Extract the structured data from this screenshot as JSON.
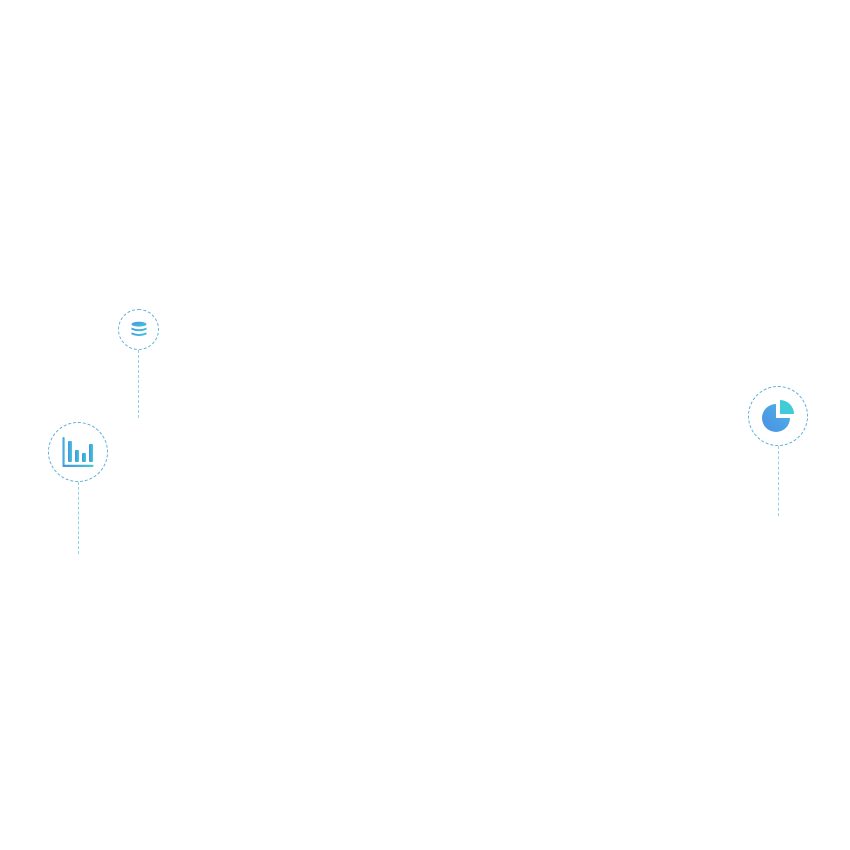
{
  "colors": {
    "background": "#ffffff",
    "ring_border": "#5fb0de",
    "stem": "#8fd3e6",
    "gradient_start": "#4a90e2",
    "gradient_end": "#41cbd6"
  },
  "pins": [
    {
      "name": "database",
      "icon": "database-icon"
    },
    {
      "name": "bar-chart",
      "icon": "bar-chart-icon"
    },
    {
      "name": "pie-chart",
      "icon": "pie-chart-icon"
    }
  ]
}
